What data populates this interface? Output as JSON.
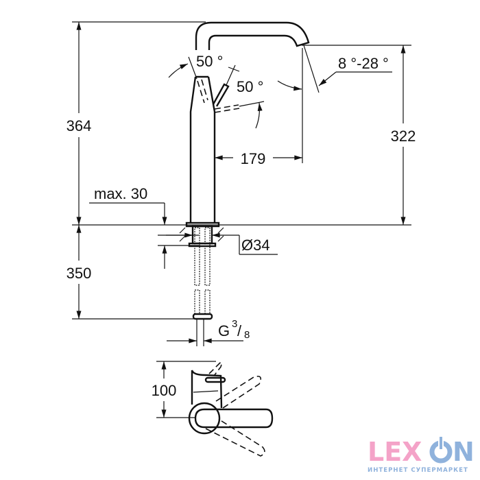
{
  "drawing": {
    "height_total": "364",
    "spout_height": "322",
    "projection": "179",
    "swivel_angle": "50 °",
    "lever_angle": "50 °",
    "spout_tilt": "8 °-28 °",
    "max_deck": "max. 30",
    "hole_diameter": "Ø34",
    "hose_length": "350",
    "thread_main": "G",
    "thread_num": "3",
    "thread_den": "8",
    "plan_depth": "100"
  },
  "logo": {
    "name": "LEXON",
    "tagline": "ИНТЕРНЕТ СУПЕРМАРКЕТ",
    "pink": "#f4a3c8",
    "blue": "#8fb2dc"
  }
}
